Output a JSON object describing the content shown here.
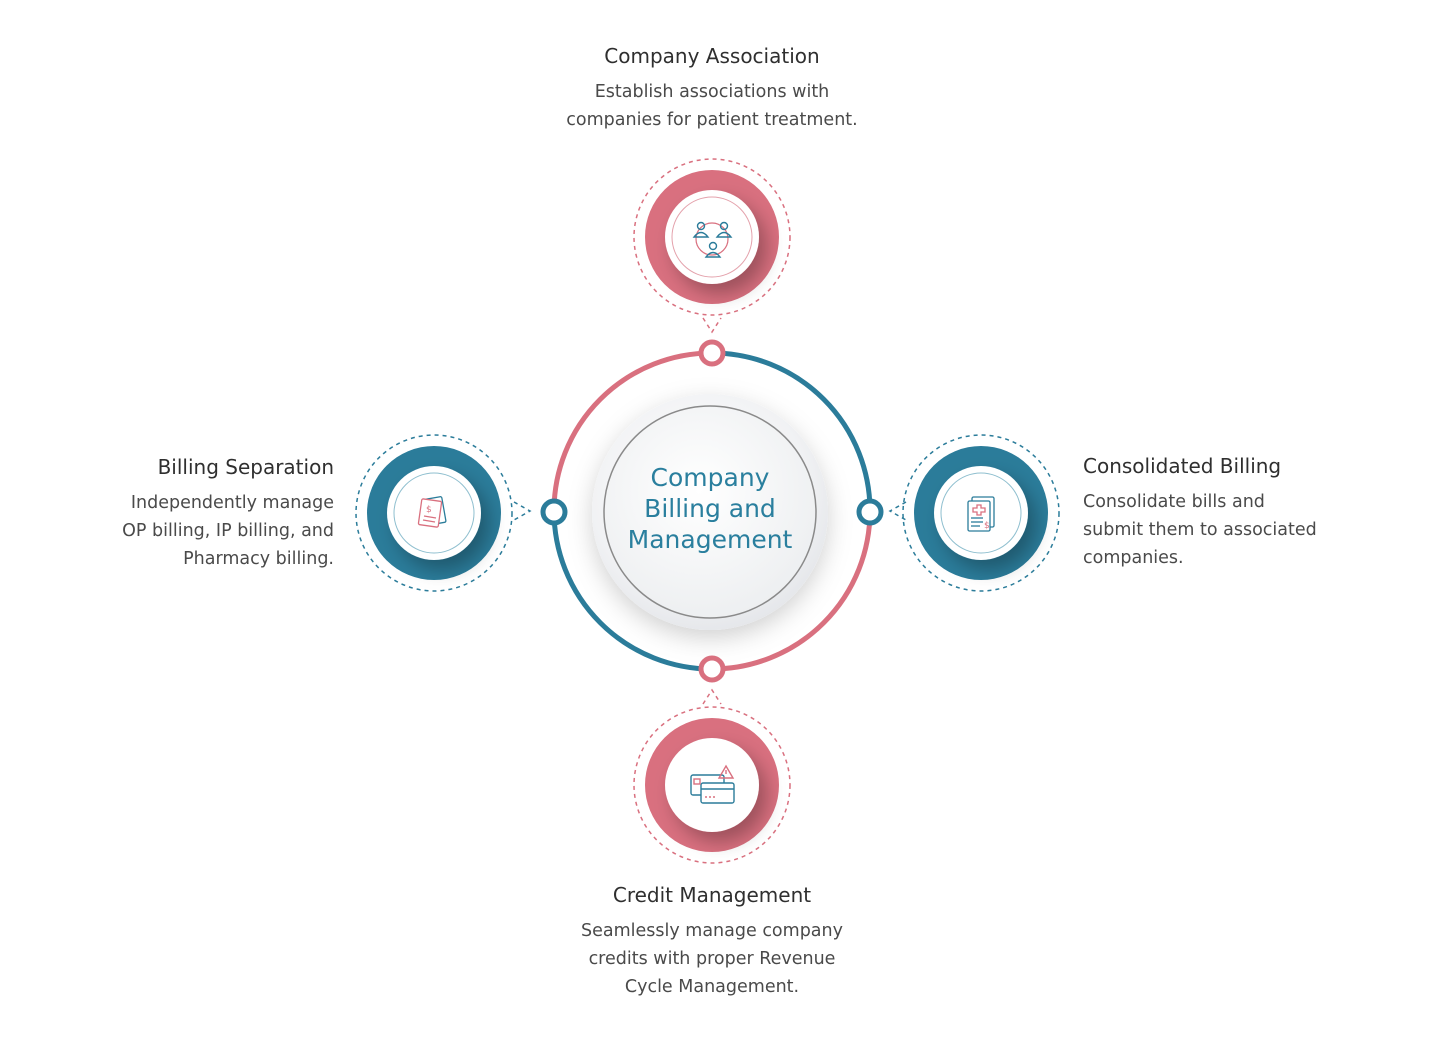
{
  "center": {
    "title": "Company\nBilling and\nManagement"
  },
  "nodes": {
    "top": {
      "title": "Company Association",
      "description": "Establish associations with\ncompanies for patient treatment."
    },
    "left": {
      "title": "Billing Separation",
      "description": "Independently manage\nOP billing,  IP billing, and\nPharmacy billing."
    },
    "right": {
      "title": "Consolidated Billing",
      "description": "Consolidate bills and\nsubmit them to associated\ncompanies."
    },
    "bottom": {
      "title": "Credit Management",
      "description": "Seamlessly manage company\ncredits with proper  Revenue\nCycle  Management."
    }
  },
  "icons": {
    "top": "users-network-icon",
    "left": "invoice-documents-icon",
    "right": "medical-bill-icon",
    "bottom": "credit-card-alert-icon"
  },
  "colors": {
    "pink": "#d9707f",
    "teal": "#2b7c9a",
    "text": "#3a3a3a",
    "center_text": "#2a7f9e"
  }
}
